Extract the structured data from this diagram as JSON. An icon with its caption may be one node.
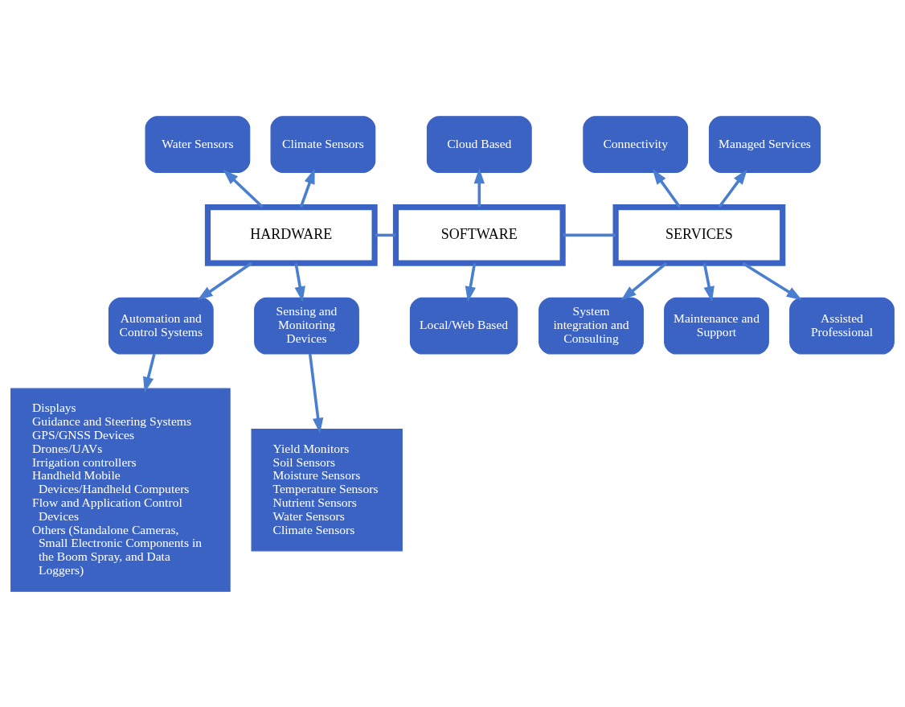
{
  "diagram": {
    "nodes": [
      {
        "text": [
          "Water Sensors"
        ]
      },
      {
        "text": [
          "Climate Sensors"
        ]
      },
      {
        "text": [
          "Cloud Based"
        ]
      },
      {
        "text": [
          "Connectivity"
        ]
      },
      {
        "text": [
          "Managed Services"
        ]
      },
      {
        "text": [
          "HARDWARE"
        ]
      },
      {
        "text": [
          "SOFTWARE"
        ]
      },
      {
        "text": [
          "SERVICES"
        ]
      },
      {
        "text": [
          "Automation and Control Systems"
        ]
      },
      {
        "text": [
          "Sensing and Monitoring Devices"
        ]
      },
      {
        "text": [
          "Local/Web Based"
        ]
      },
      {
        "text": [
          "System integration and Consulting"
        ]
      },
      {
        "text": [
          "Maintenance and Support"
        ]
      },
      {
        "text": [
          "Assisted Professional"
        ]
      },
      {
        "text": [
          "Displays",
          "Guidance and Steering Systems",
          "GPS/GNSS Devices",
          "Drones/UAVs",
          "Irrigation controllers",
          "Handheld Mobile Devices/Handheld Computers",
          "Flow and Application Control Devices",
          "Others (Standalone Cameras, Small Electronic Components in the Boom Spray, and Data Loggers)"
        ]
      },
      {
        "text": [
          "Yield Monitors",
          "Soil Sensors",
          "Moisture Sensors",
          "Temperature Sensors",
          "Nutrient Sensors",
          "Water Sensors",
          "Climate Sensors"
        ]
      }
    ],
    "edges": [
      {
        "from": 5,
        "to": 0,
        "arrow": "to"
      },
      {
        "from": 5,
        "to": 1,
        "arrow": "to"
      },
      {
        "from": 6,
        "to": 2,
        "arrow": "to"
      },
      {
        "from": 7,
        "to": 3,
        "arrow": "to"
      },
      {
        "from": 7,
        "to": 4,
        "arrow": "to"
      },
      {
        "from": 5,
        "to": 6,
        "arrow": "none"
      },
      {
        "from": 6,
        "to": 7,
        "arrow": "none"
      },
      {
        "from": 5,
        "to": 8,
        "arrow": "to"
      },
      {
        "from": 5,
        "to": 9,
        "arrow": "to"
      },
      {
        "from": 6,
        "to": 10,
        "arrow": "to"
      },
      {
        "from": 7,
        "to": 11,
        "arrow": "to"
      },
      {
        "from": 7,
        "to": 12,
        "arrow": "to"
      },
      {
        "from": 7,
        "to": 13,
        "arrow": "to"
      },
      {
        "from": 8,
        "to": 14,
        "arrow": "to"
      },
      {
        "from": 9,
        "to": 15,
        "arrow": "to"
      }
    ]
  }
}
